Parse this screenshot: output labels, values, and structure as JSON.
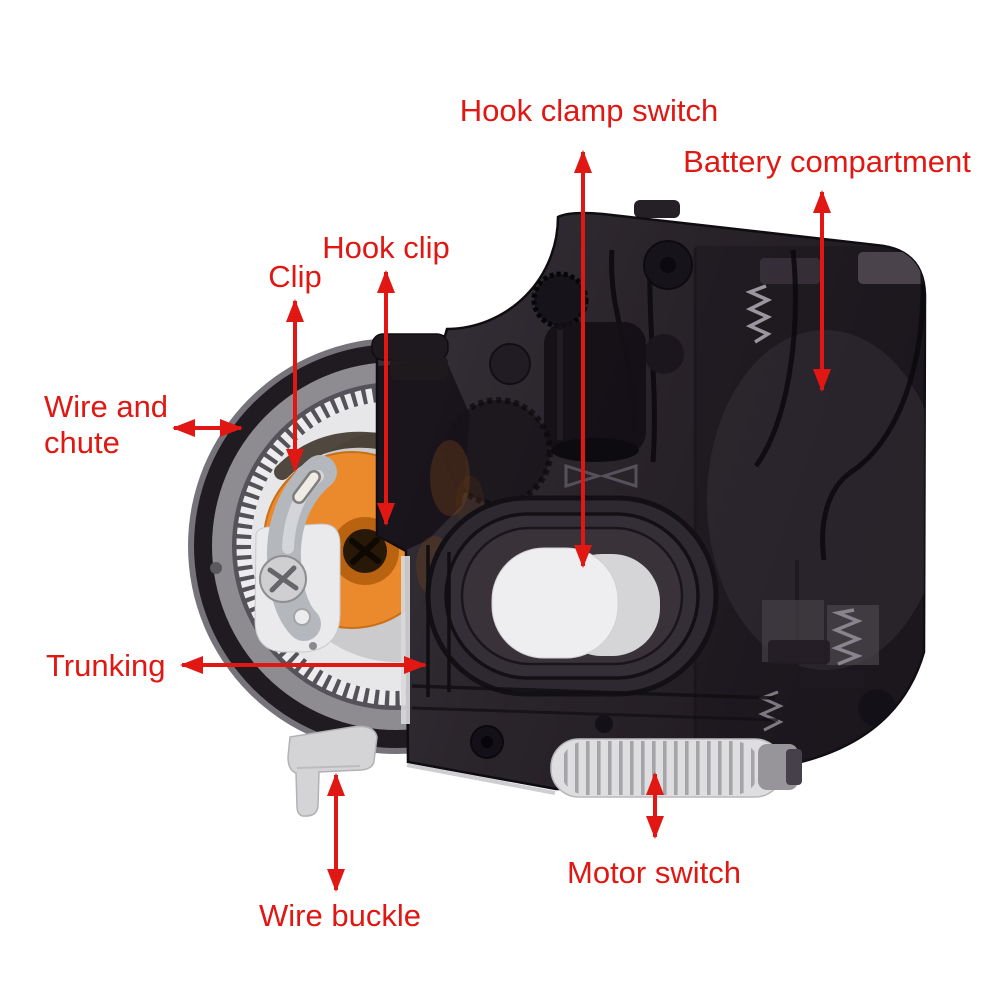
{
  "figure": {
    "type": "annotated-product-diagram",
    "subject": "automatic fishing hook tier device with labeled parts",
    "background": "#ffffff"
  },
  "colors": {
    "annotation": "#e01712",
    "body_dark": "#2b262c",
    "gear_ring": "#1f1b20",
    "gear_white": "#e8e8ea",
    "orange_cam": "#ea8a2c",
    "metal_clip": "#b4b7bb",
    "button_white": "#eeeef0",
    "switch_gray": "#dedee0",
    "buckle_gray": "#d4d4d6"
  },
  "labels": {
    "hook_clamp_switch": "Hook clamp switch",
    "battery_compartment": "Battery compartment",
    "hook_clip": "Hook clip",
    "clip": "Clip",
    "wire_and_chute_line1": "Wire and",
    "wire_and_chute_line2": "chute",
    "trunking": "Trunking",
    "wire_buckle": "Wire buckle",
    "motor_switch": "Motor switch"
  }
}
